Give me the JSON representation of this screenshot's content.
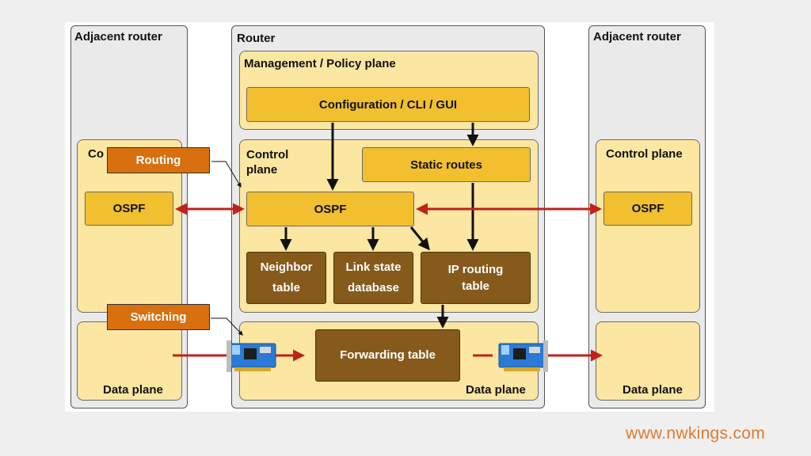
{
  "left_router": {
    "title": "Adjacent router",
    "control_label": "Co",
    "ospf": "OSPF",
    "data_plane": "Data plane"
  },
  "router": {
    "title": "Router",
    "management_plane": "Management / Policy plane",
    "config": "Configuration / CLI / GUI",
    "control_plane_line1": "Control",
    "control_plane_line2": "plane",
    "static_routes": "Static routes",
    "ospf": "OSPF",
    "neighbor_table_line1": "Neighbor",
    "neighbor_table_line2": "table",
    "lsdb_line1": "Link state",
    "lsdb_line2": "database",
    "ip_routing_line1": "IP routing",
    "ip_routing_line2": "table",
    "forwarding_table": "Forwarding table",
    "data_plane": "Data plane"
  },
  "right_router": {
    "title": "Adjacent router",
    "control_plane": "Control plane",
    "ospf": "OSPF",
    "data_plane": "Data plane"
  },
  "callouts": {
    "routing": "Routing",
    "switching": "Switching"
  },
  "colors": {
    "arrow_red": "#c0221b",
    "plane_fill": "#fbe6a2",
    "gold_box": "#f2bf2f",
    "brown_box": "#855a1b",
    "callout_orange": "#d8700f"
  },
  "icons": [
    "network-card-icon",
    "network-card-icon"
  ],
  "watermark": "www.nwkings.com"
}
